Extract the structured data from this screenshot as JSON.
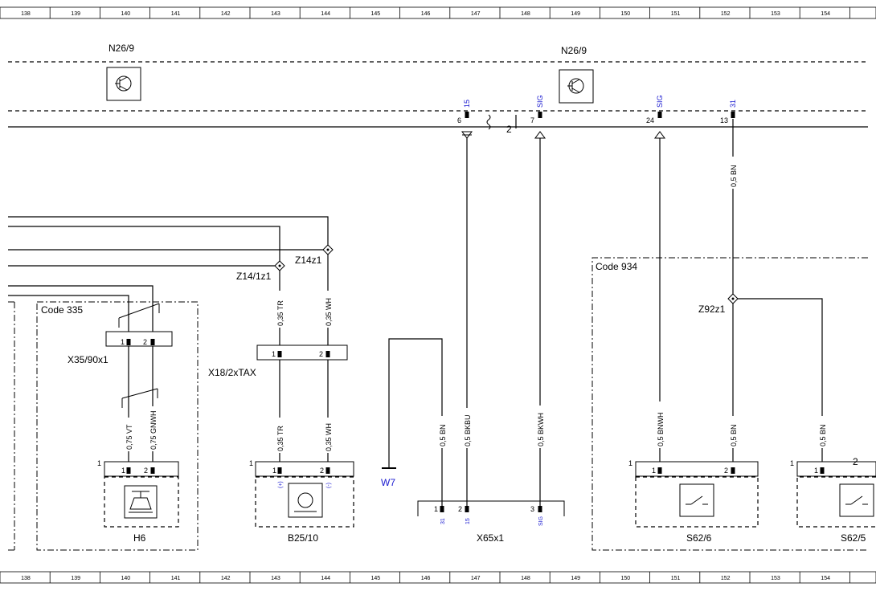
{
  "ruler": [
    "138",
    "139",
    "140",
    "141",
    "142",
    "143",
    "144",
    "145",
    "146",
    "147",
    "148",
    "149",
    "150",
    "151",
    "152",
    "153",
    "154"
  ],
  "modules": {
    "left": "N26/9",
    "right": "N26/9"
  },
  "bus": {
    "pin6": "6",
    "pin6_sig": "15",
    "pin7": "7",
    "pin7_sig": "SIG",
    "pin24": "24",
    "pin24_sig": "SIG",
    "pin13": "13",
    "pin13_sig": "31",
    "connector_num": "2"
  },
  "wires": {
    "bn_top": "0,5 BN",
    "tr_top": "0,35 TR",
    "wh_top": "0,35 WH",
    "vt": "0,75 VT",
    "gnwh": "0,75 GNWH",
    "tr_bot": "0,35 TR",
    "wh_bot": "0,35 WH",
    "bn_w7": "0,5 BN",
    "bkbu": "0,5 BKBU",
    "bkwh": "0,5 BKWH",
    "bnwh": "0,5 BNWH",
    "bn_s626": "0,5 BN",
    "bn_s625": "0,5 BN"
  },
  "splices": {
    "z14z1": "Z14z1",
    "z141z1": "Z14/1z1",
    "z92z1": "Z92z1"
  },
  "codes": {
    "c335": "Code 335",
    "c934": "Code 934"
  },
  "connectors": {
    "x35": "X35/90x1",
    "x18": "X18/2xTAX",
    "x65": "X65x1"
  },
  "components": {
    "h6": "H6",
    "b25": "B25/10",
    "s626": "S62/6",
    "s625": "S62/5",
    "w7": "W7"
  },
  "pins": {
    "p1": "1",
    "p2": "2",
    "p3": "3",
    "plus": "(+)",
    "minus": "(-)",
    "x65_s31": "31",
    "x65_s15": "15",
    "x65_sig": "SIG"
  }
}
